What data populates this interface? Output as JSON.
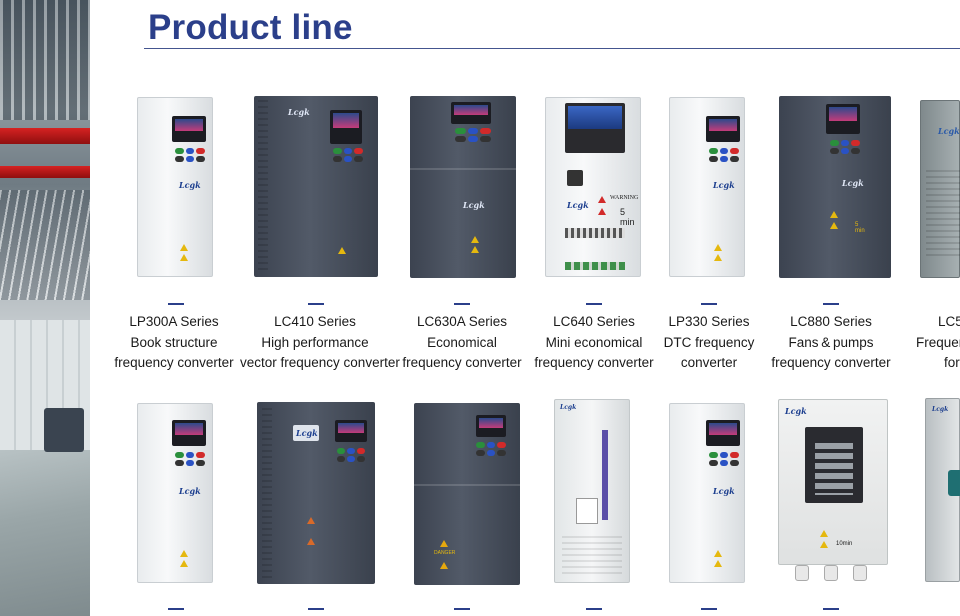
{
  "page": {
    "title": "Product line"
  },
  "products_row1": [
    {
      "lines": [
        "LP300A Series",
        "Book structure",
        "frequency converter"
      ]
    },
    {
      "lines": [
        "LC410 Series",
        "High performance",
        "vector frequency converter"
      ]
    },
    {
      "lines": [
        "LC630A Series",
        "Economical",
        "frequency converter"
      ]
    },
    {
      "lines": [
        "LC640  Series",
        "Mini economical",
        "frequency converter"
      ]
    },
    {
      "lines": [
        "LP330  Series",
        "DTC frequency",
        "converter"
      ]
    },
    {
      "lines": [
        "LC880  Series",
        "Fans & pumps",
        "frequency converter"
      ]
    },
    {
      "lines": [
        "LC5",
        "Frequen",
        "for"
      ]
    }
  ],
  "device_text": {
    "brand": "Lcgk",
    "warning": "WARNING",
    "wait_5": "5 min",
    "wait_10": "10min",
    "danger": "DANGER"
  }
}
